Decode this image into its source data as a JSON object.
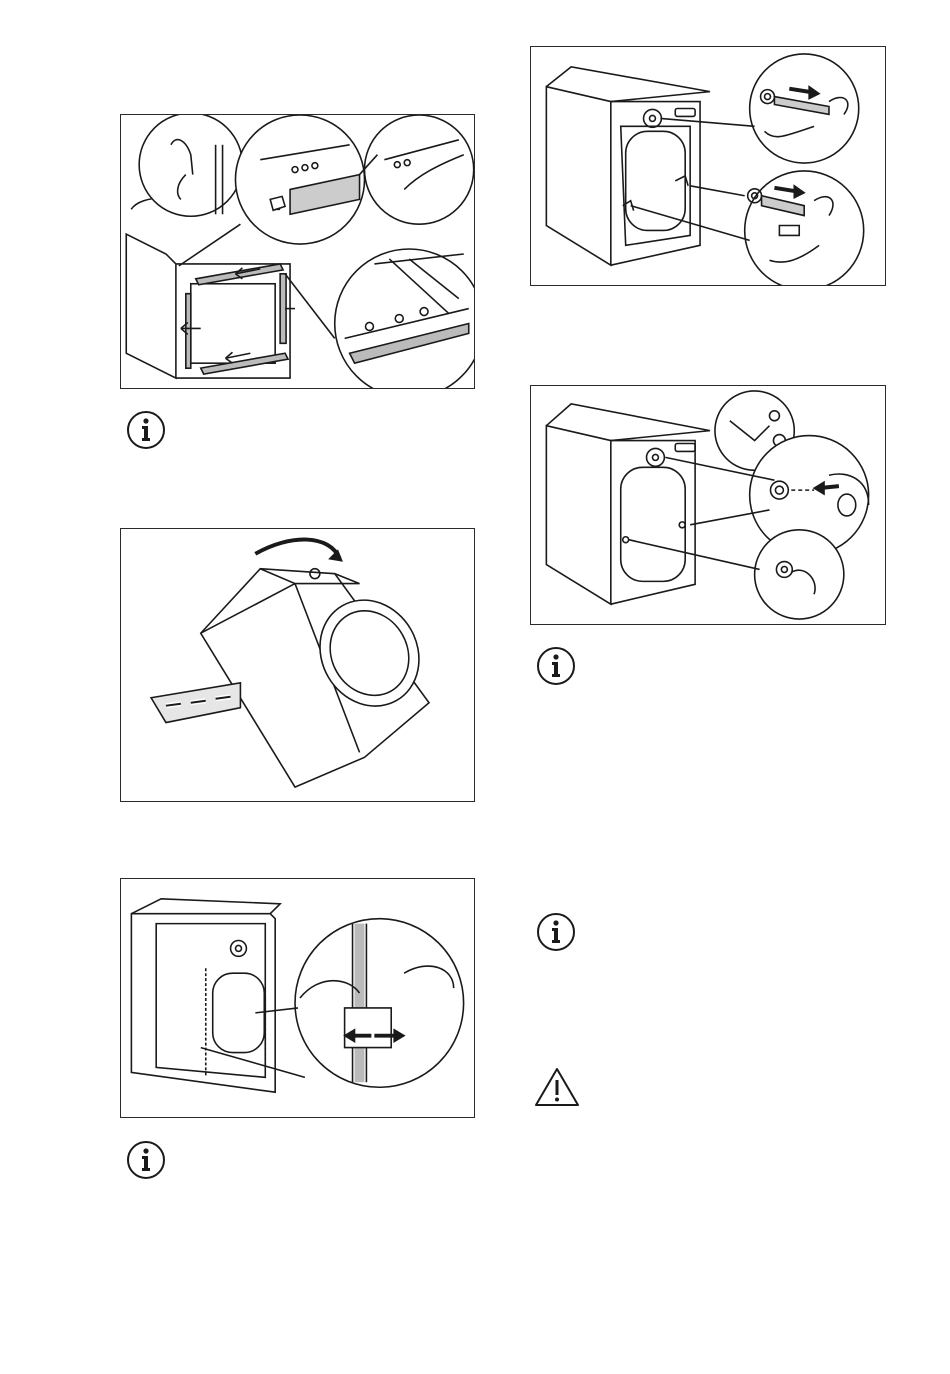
{
  "figures": [
    {
      "id": "fig-remove-transit-strips",
      "icon": "transit-strip-removal-illustration"
    },
    {
      "id": "fig-tilt-machine-polystyrene",
      "icon": "tilt-machine-illustration"
    },
    {
      "id": "fig-release-hose-clamp",
      "icon": "hose-clamp-release-illustration"
    },
    {
      "id": "fig-remove-transit-bolts",
      "icon": "transit-bolt-removal-illustration"
    },
    {
      "id": "fig-insert-plastic-caps",
      "icon": "plastic-cap-insertion-illustration"
    }
  ],
  "notes": [
    {
      "id": "note-1",
      "icon": "info-icon"
    },
    {
      "id": "note-2",
      "icon": "info-icon"
    },
    {
      "id": "note-3",
      "icon": "info-icon"
    },
    {
      "id": "note-4",
      "icon": "info-icon"
    },
    {
      "id": "warning-1",
      "icon": "warning-icon"
    }
  ],
  "colors": {
    "line": "#1a1a1a",
    "shade": "#d9d9d9",
    "frame": "#2a2a2a"
  }
}
